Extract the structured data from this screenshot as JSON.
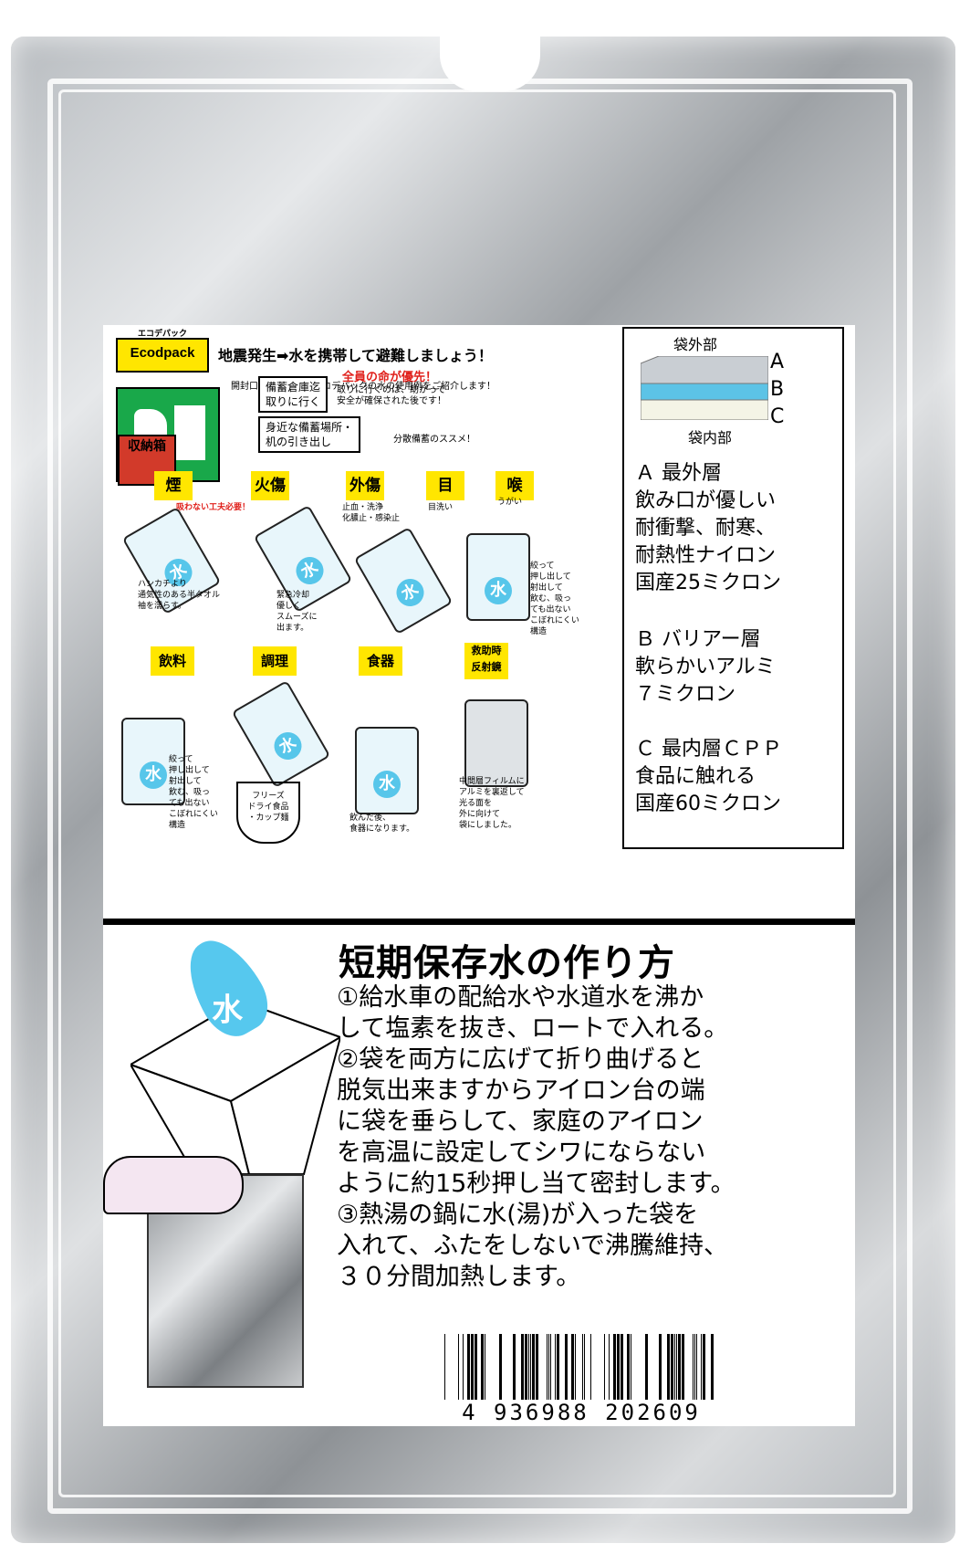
{
  "brand": {
    "small": "エコデパック",
    "name": "Ecodpack"
  },
  "headline": "地震発生➡水を携帯して避難しましょう！",
  "intro": "開封口が多箇所あるエコデパックの水の使用例をご紹介します！",
  "storage_box": "収納箱",
  "bubbles": {
    "warehouse": "備蓄倉庫迄\n取りに行く",
    "priority": "全員の命が優先！",
    "priority_note": "取りに行くのは、助かって\n安全が確保された後です！",
    "nearby": "身近な備蓄場所・\n机の引き出し",
    "distributed": "分散備蓄のススメ！"
  },
  "categories_row1": [
    {
      "label": "煙",
      "caption": "吸わない工夫必要！"
    },
    {
      "label": "火傷",
      "caption": ""
    },
    {
      "label": "外傷",
      "caption": "止血・洗浄\n化膿止・感染止"
    },
    {
      "label": "目",
      "caption": "目洗い"
    },
    {
      "label": "喉",
      "caption": "うがい"
    }
  ],
  "notes_row1": {
    "smoke": "ハンカチより\n通気性のある半タオル\n袖を濡らす。",
    "burn": "緊急冷却\n優しく\nスムーズに\n出ます。",
    "throat": "絞って\n押し出して\n射出して\n飲む、吸っ\nても出ない\nこぼれにくい\n構造"
  },
  "categories_row2": [
    {
      "label": "飲料"
    },
    {
      "label": "調理"
    },
    {
      "label": "食器"
    },
    {
      "label": "救助時\n反射鏡"
    }
  ],
  "notes_row2": {
    "drink": "絞って\n押し出して\n射出して\n飲む、吸っ\nても出ない\nこぼれにくい\n構造",
    "cook": "フリーズ\nドライ食品\n・カップ麺",
    "dish": "飲んだ後、\n食器になります。",
    "mirror": "中間層フィルムに\nアルミを裏返して\n光る面を\n外に向けて\n袋にしました。"
  },
  "packet_mark": "水",
  "layers": {
    "outer_label": "袋外部",
    "inner_label": "袋内部",
    "letters": [
      "A",
      "B",
      "C"
    ],
    "a_text": "Ａ 最外層\n飲み口が優しい\n耐衝撃、耐寒、\n耐熱性ナイロン\n国産25ミクロン",
    "b_text": "Ｂ バリアー層\n軟らかいアルミ\n７ミクロン",
    "c_text": "Ｃ 最内層ＣＰＰ\n食品に触れる\n国産60ミクロン",
    "colors": {
      "a": "#c9ced3",
      "b": "#5cc3e6",
      "c": "#f4f4e6"
    }
  },
  "method": {
    "title": "短期保存水の作り方",
    "text": "①給水車の配給水や水道水を沸か\nして塩素を抜き、ロートで入れる。\n②袋を両方に広げて折り曲げると\n脱気出来ますからアイロン台の端\nに袋を垂らして、家庭のアイロン\nを高温に設定してシワにならない\nように約15秒押し当て密封します。\n③熱湯の鍋に水(湯)が入った袋を\n入れて、ふたをしないで沸騰維持、\n３０分間加熱します。",
    "drop_mark": "水"
  },
  "barcode": "4 936988 202609"
}
